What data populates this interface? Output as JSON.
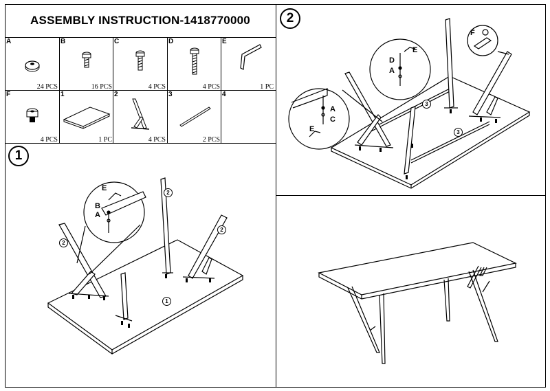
{
  "header": {
    "title": "ASSEMBLY  INSTRUCTION-1418770000"
  },
  "parts": [
    {
      "letter": "A",
      "qty": "24 PCS",
      "icon": "washer-icon"
    },
    {
      "letter": "B",
      "qty": "16 PCS",
      "icon": "short-bolt-icon"
    },
    {
      "letter": "C",
      "qty": "4 PCS",
      "icon": "medium-bolt-icon"
    },
    {
      "letter": "D",
      "qty": "4 PCS",
      "icon": "long-bolt-icon"
    },
    {
      "letter": "E",
      "qty": "1 PC",
      "icon": "allen-key-icon"
    },
    {
      "letter": "F",
      "qty": "4 PCS",
      "icon": "leveling-foot-icon"
    },
    {
      "letter": "1",
      "qty": "1 PC",
      "icon": "tabletop-icon"
    },
    {
      "letter": "2",
      "qty": "4 PCS",
      "icon": "leg-frame-icon"
    },
    {
      "letter": "3",
      "qty": "2 PCS",
      "icon": "crossbar-icon"
    },
    {
      "letter": "4",
      "qty": "",
      "icon": "empty-icon"
    }
  ],
  "step1": {
    "number": "1",
    "callout_labels": [
      "E",
      "B",
      "A"
    ],
    "part_tags": [
      "2",
      "2",
      "2",
      "1"
    ]
  },
  "step2": {
    "number": "2",
    "callout_top_labels": [
      "E",
      "D",
      "A"
    ],
    "callout_left_labels": [
      "A",
      "C",
      "E"
    ],
    "callout_foot_label": "F",
    "part_tags": [
      "3",
      "3"
    ]
  }
}
